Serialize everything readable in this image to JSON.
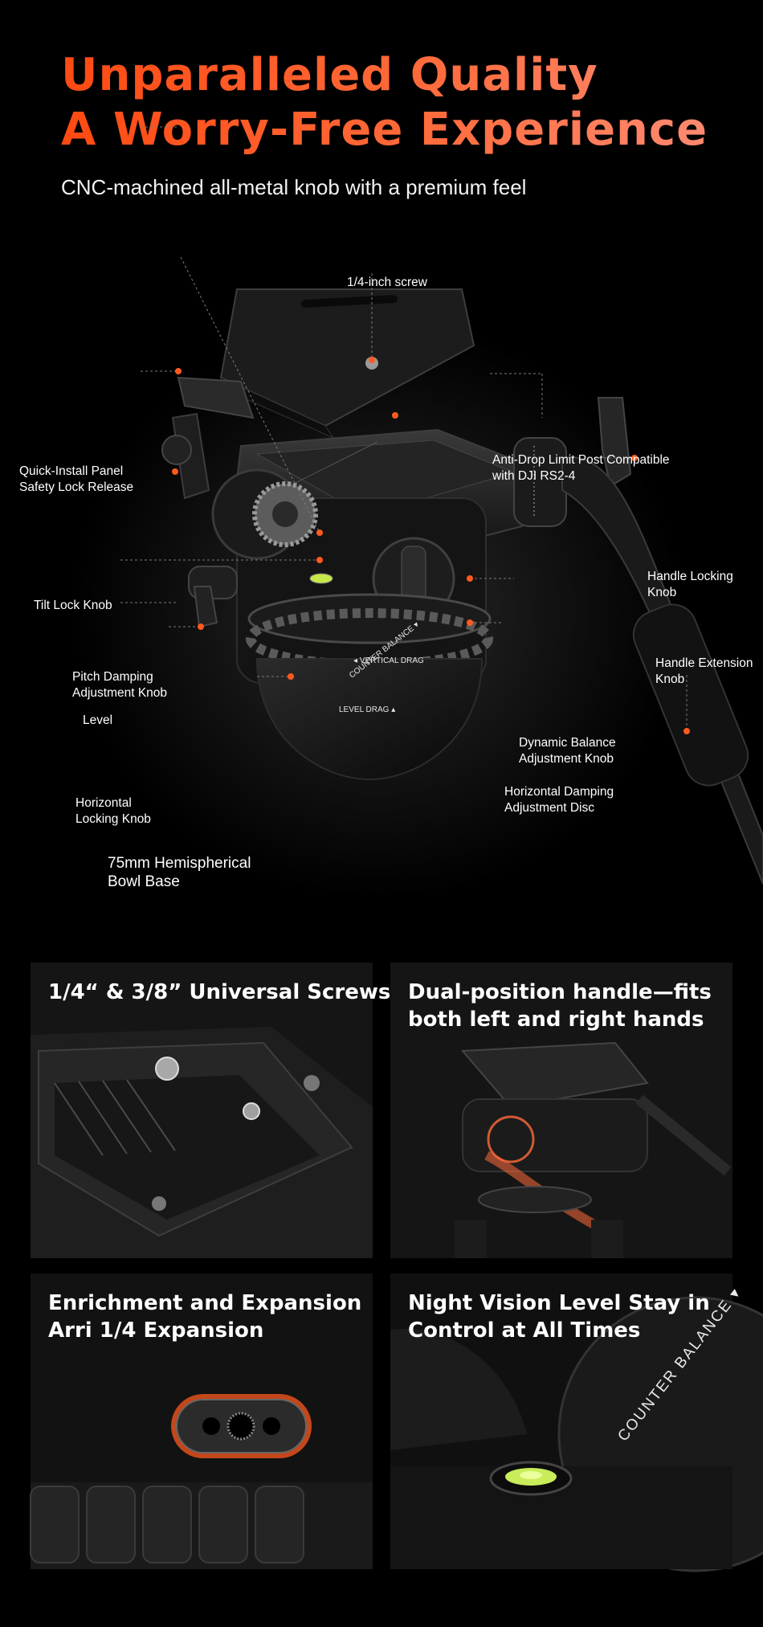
{
  "hero": {
    "title_line1": "Unparalleled Quality",
    "title_line2": "A Worry-Free Experience",
    "subtitle": "CNC-machined all-metal knob with a premium feel"
  },
  "product": {
    "body_text": {
      "vertical_drag": "◂ VERTICAL DRAG",
      "counter_balance": "COUNTER BALANCE ▾",
      "level_drag": "LEVEL DRAG ▴"
    }
  },
  "callouts": {
    "screw": "1/4-inch screw",
    "quick_install": [
      "Quick-Install Panel",
      "Safety Lock Release"
    ],
    "anti_drop": [
      "Anti-Drop Limit Post Compatible",
      "with DJI RS2-4"
    ],
    "tilt_lock": "Tilt Lock Knob",
    "handle_locking": [
      "Handle Locking",
      "Knob"
    ],
    "handle_extension": [
      "Handle Extension",
      "Knob"
    ],
    "pitch_damping": [
      "Pitch Damping",
      "Adjustment Knob"
    ],
    "level": "Level",
    "dynamic_balance": [
      "Dynamic Balance",
      "Adjustment Knob"
    ],
    "horizontal_locking": [
      "Horizontal",
      "Locking Knob"
    ],
    "horizontal_damping": [
      "Horizontal Damping",
      "Adjustment Disc"
    ],
    "bowl_base": [
      "75mm Hemispherical",
      "Bowl Base"
    ]
  },
  "features": [
    {
      "title": [
        "1/4“ & 3/8” Universal Screws"
      ]
    },
    {
      "title": [
        "Dual-position handle—fits",
        "both left and right hands"
      ]
    },
    {
      "title": [
        "Enrichment and Expansion",
        "Arri 1/4 Expansion"
      ]
    },
    {
      "title": [
        "Night Vision Level  Stay in",
        "Control at All Times"
      ],
      "image_text": "COUNTER BALANCE ▾"
    }
  ],
  "colors": {
    "accent": "#ff5a1f",
    "background": "#000000",
    "card": "#161616"
  }
}
